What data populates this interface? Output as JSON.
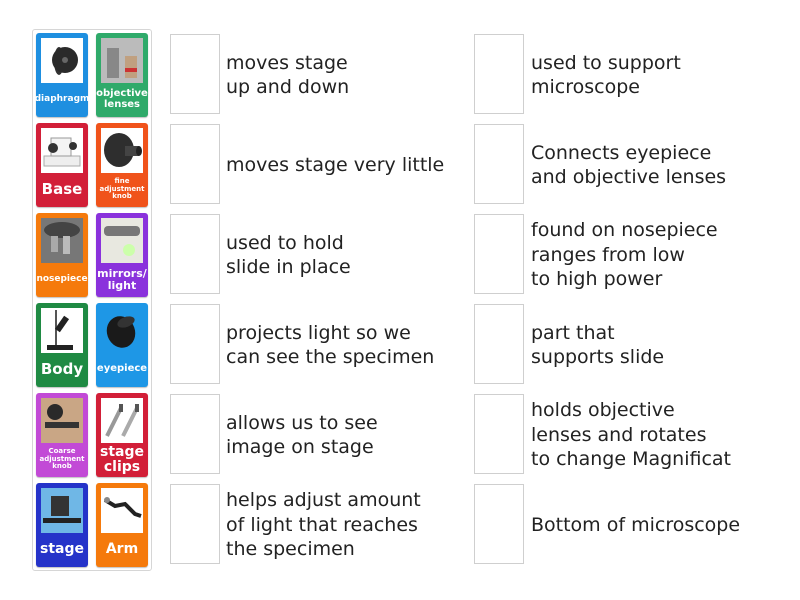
{
  "tiles": [
    {
      "label": "diaphragm",
      "color": "#1e8fe0",
      "icon": "diaphragm-image",
      "size": 9
    },
    {
      "label": "objective lenses",
      "color": "#2faa6a",
      "icon": "objective-lenses-image",
      "size": 10
    },
    {
      "label": "Base",
      "color": "#d21f38",
      "icon": "base-image",
      "size": 15
    },
    {
      "label": "fine adjustment knob",
      "color": "#f0531b",
      "icon": "fine-adjustment-knob-image",
      "size": 7
    },
    {
      "label": "nosepiece",
      "color": "#f57a0c",
      "icon": "nosepiece-image",
      "size": 9
    },
    {
      "label": "mirrors/ light",
      "color": "#8a32dc",
      "icon": "mirrors-light-image",
      "size": 11
    },
    {
      "label": "Body",
      "color": "#1f8a43",
      "icon": "body-image",
      "size": 15
    },
    {
      "label": "eyepiece",
      "color": "#1e97e6",
      "icon": "eyepiece-image",
      "size": 10
    },
    {
      "label": "Coarse adjustment knob",
      "color": "#c24ad6",
      "icon": "coarse-adjustment-knob-image",
      "size": 7
    },
    {
      "label": "stage clips",
      "color": "#d21f38",
      "icon": "stage-clips-image",
      "size": 14
    },
    {
      "label": "stage",
      "color": "#2533c9",
      "icon": "stage-image",
      "size": 14
    },
    {
      "label": "Arm",
      "color": "#f57a0c",
      "icon": "arm-image",
      "size": 14
    }
  ],
  "left_column": [
    {
      "text": "moves stage\nup and down"
    },
    {
      "text": "moves stage very little"
    },
    {
      "text": "used to hold\nslide in place"
    },
    {
      "text": "projects light so we\ncan see the specimen"
    },
    {
      "text": "allows us to see\nimage on stage"
    },
    {
      "text": "helps adjust amount\nof light that reaches\nthe specimen"
    }
  ],
  "right_column": [
    {
      "text": "used to support\nmicroscope"
    },
    {
      "text": "Connects eyepiece\nand objective lenses"
    },
    {
      "text": "found on nosepiece\nranges from low\nto high power"
    },
    {
      "text": "part that\nsupports slide"
    },
    {
      "text": "holds objective\nlenses and rotates\nto change Magnificat"
    },
    {
      "text": "Bottom of microscope"
    }
  ]
}
